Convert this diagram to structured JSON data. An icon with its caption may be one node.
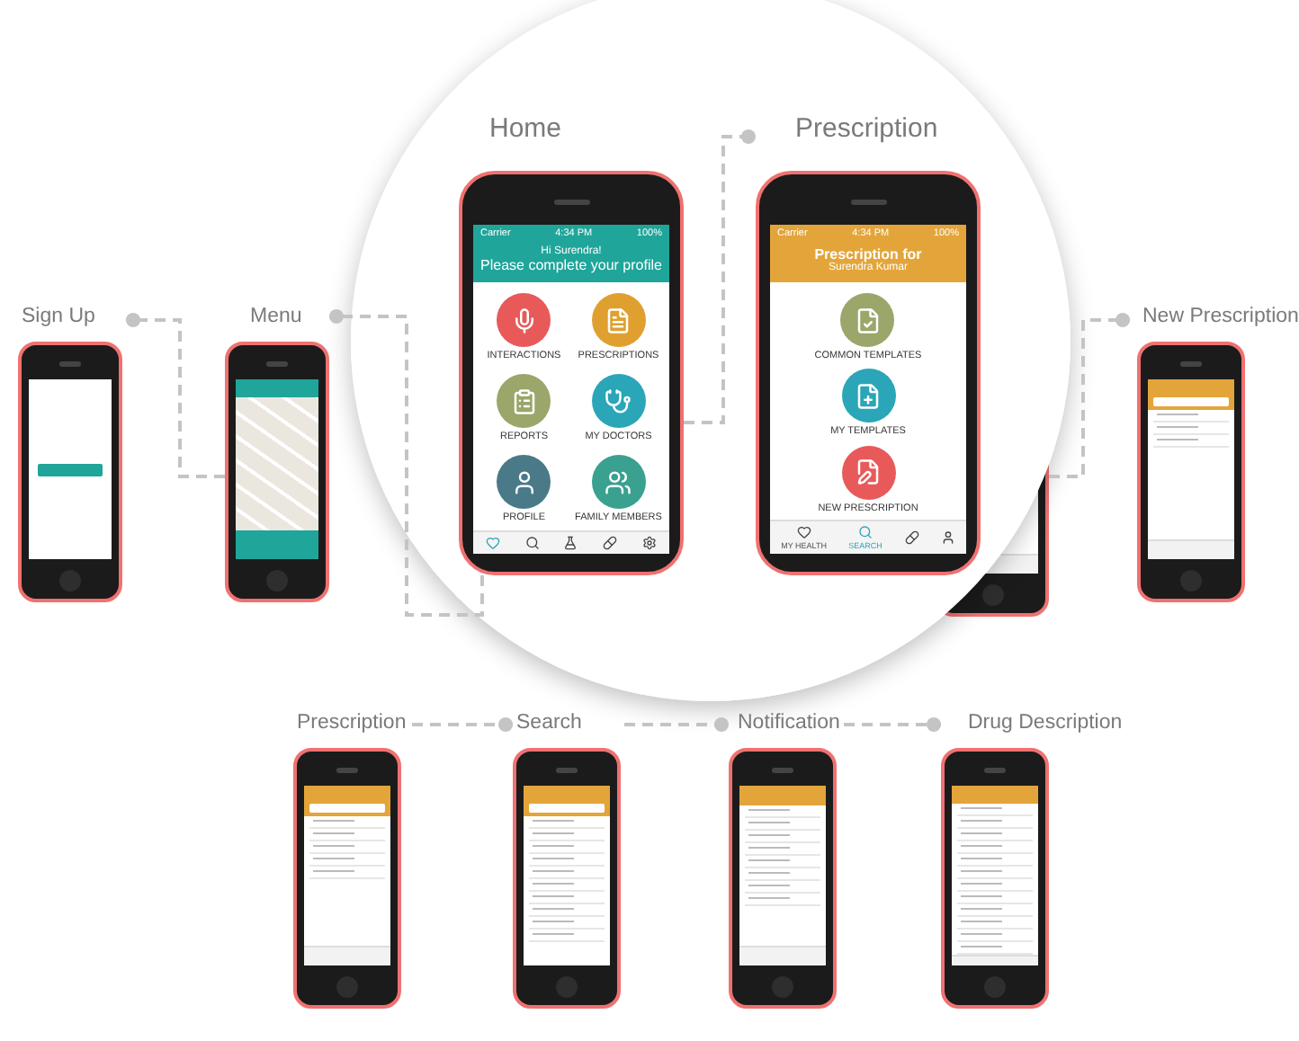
{
  "diagram": {
    "nodes": [
      {
        "text": [
          "Sign Up"
        ]
      },
      {
        "text": [
          "Menu"
        ]
      },
      {
        "text": [
          "Home",
          "Carrier",
          "4:34 PM",
          "100%",
          "Hi Surendra!",
          "Please complete your profile",
          "INTERACTIONS",
          "PRESCRIPTIONS",
          "REPORTS",
          "MY DOCTORS",
          "PROFILE",
          "FAMILY MEMBERS"
        ]
      },
      {
        "text": [
          "Prescription",
          "Carrier",
          "4:34 PM",
          "100%",
          "Prescription for",
          "Surendra Kumar",
          "COMMON TEMPLATES",
          "MY TEMPLATES",
          "NEW PRESCRIPTION",
          "MY HEALTH",
          "SEARCH"
        ]
      },
      {
        "text": [],
        "shape": "picture"
      },
      {
        "text": [
          "New Prescription"
        ]
      },
      {
        "text": [
          "Prescription"
        ]
      },
      {
        "text": [
          "Search"
        ]
      },
      {
        "text": [
          "Notification"
        ]
      },
      {
        "text": [
          "Drug Description"
        ]
      }
    ],
    "edges": [
      {
        "from": 1,
        "to": 0,
        "arrow": "other"
      },
      {
        "from": 2,
        "to": 1,
        "arrow": "other"
      },
      {
        "from": 2,
        "to": 3,
        "arrow": "other"
      },
      {
        "from": 4,
        "to": 5,
        "arrow": "other"
      },
      {
        "from": 6,
        "to": 7,
        "arrow": "other"
      },
      {
        "from": 7,
        "to": 8,
        "arrow": "other"
      },
      {
        "from": 8,
        "to": 9,
        "arrow": "other"
      }
    ]
  }
}
